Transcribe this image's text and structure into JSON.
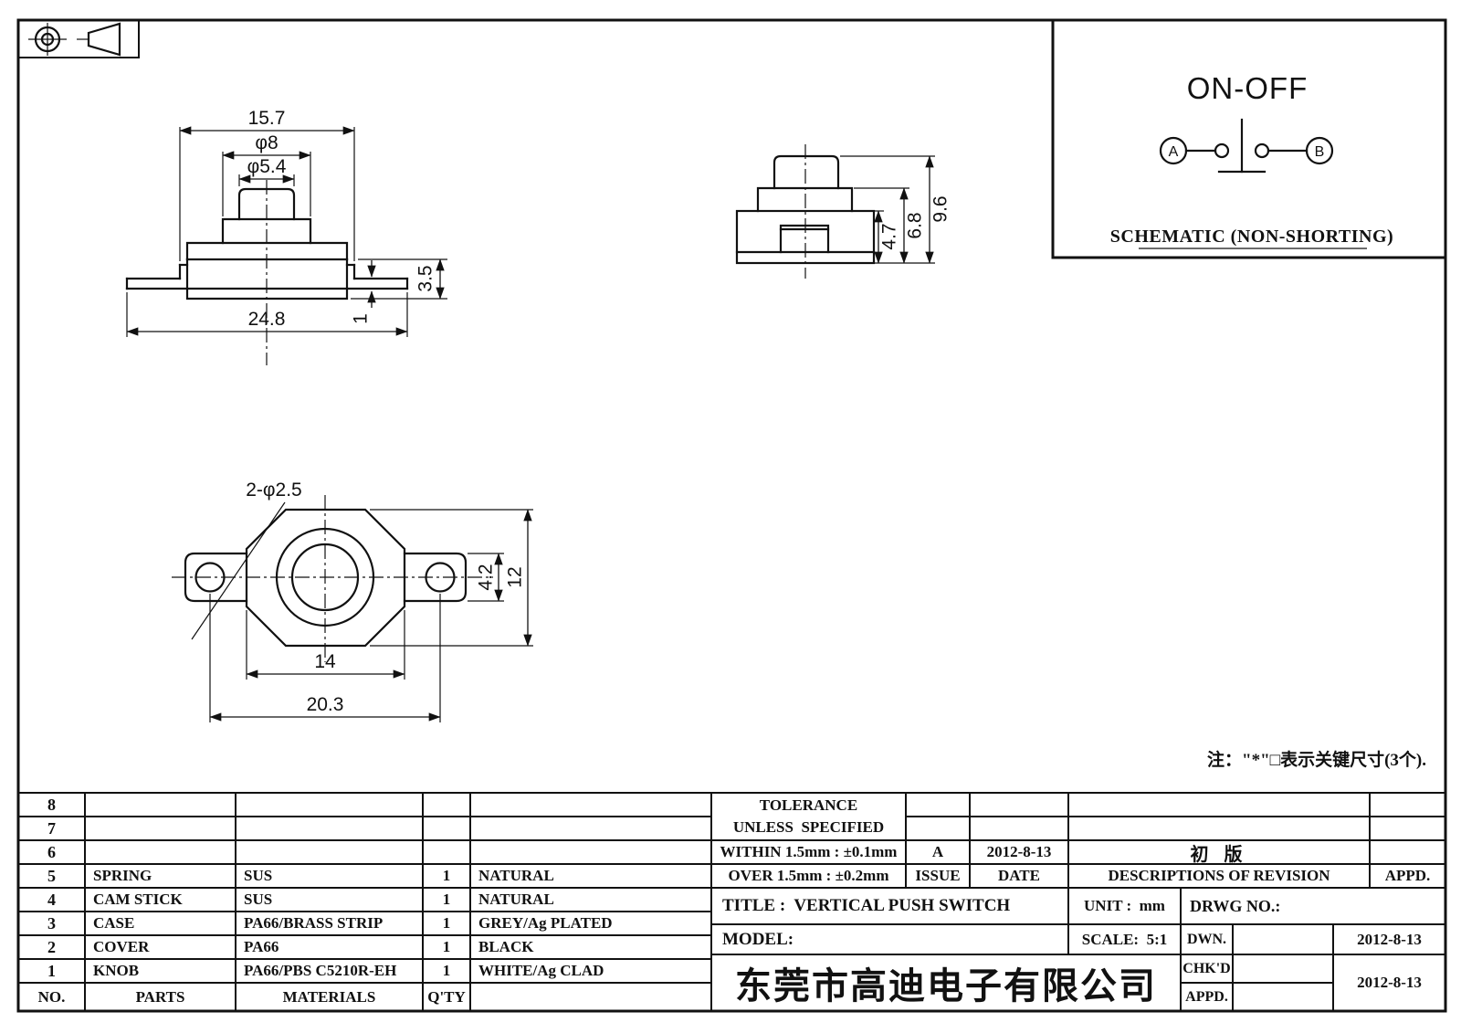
{
  "drawing": {
    "note": "注：\"*\"□表示关键尺寸(3个).",
    "front_view": {
      "dim_width_top": "15.7",
      "dim_knob_outer": "φ8",
      "dim_knob_inner": "φ5.4",
      "dim_bracket_h": "3.5",
      "dim_leg_t": "1",
      "dim_width_total": "24.8"
    },
    "side_view": {
      "dim_body_h": "4.7",
      "dim_step_h": "6.8",
      "dim_total_h": "9.6"
    },
    "bottom_view": {
      "dim_holes": "2-φ2.5",
      "dim_ear_h": "4.2",
      "dim_body_h": "12",
      "dim_body_w": "14",
      "dim_hole_span": "20.3"
    }
  },
  "schematic": {
    "title": "ON-OFF",
    "terminal_a": "A",
    "terminal_b": "B",
    "caption": "SCHEMATIC (NON-SHORTING)"
  },
  "parts_table": {
    "rows": [
      {
        "no": "8",
        "part": "",
        "material": "",
        "qty": "",
        "color": ""
      },
      {
        "no": "7",
        "part": "",
        "material": "",
        "qty": "",
        "color": ""
      },
      {
        "no": "6",
        "part": "",
        "material": "",
        "qty": "",
        "color": ""
      },
      {
        "no": "5",
        "part": "SPRING",
        "material": "SUS",
        "qty": "1",
        "color": "NATURAL"
      },
      {
        "no": "4",
        "part": "CAM STICK",
        "material": "SUS",
        "qty": "1",
        "color": "NATURAL"
      },
      {
        "no": "3",
        "part": "CASE",
        "material": "PA66/BRASS STRIP",
        "qty": "1",
        "color": "GREY/Ag PLATED"
      },
      {
        "no": "2",
        "part": "COVER",
        "material": "PA66",
        "qty": "1",
        "color": "BLACK"
      },
      {
        "no": "1",
        "part": "KNOB",
        "material": "PA66/PBS C5210R-EH",
        "qty": "1",
        "color": "WHITE/Ag CLAD"
      }
    ],
    "footer": {
      "no": "NO.",
      "parts": "PARTS",
      "materials": "MATERIALS",
      "qty": "Q'TY"
    }
  },
  "tolerance": {
    "line1": "TOLERANCE",
    "line2": "UNLESS  SPECIFIED",
    "within": "WITHIN 1.5mm : ±0.1mm",
    "over": "OVER 1.5mm : ±0.2mm"
  },
  "revision": {
    "issue_value": "A",
    "date_value": "2012-8-13",
    "description_value": "初 版",
    "issue_label": "ISSUE",
    "date_label": "DATE",
    "description_label": "DESCRIPTIONS OF REVISION",
    "appd_label": "APPD."
  },
  "title_block": {
    "title": "TITLE :  VERTICAL PUSH SWITCH",
    "unit": "UNIT :  mm",
    "drwg_no": "DRWG NO.:",
    "model": "MODEL:",
    "scale": "SCALE:  5:1",
    "dwn_label": "DWN.",
    "dwn_date": "2012-8-13",
    "chkd_label": "CHK'D",
    "chkd_date": "2012-8-13",
    "appd_label": "APPD.",
    "company": "东莞市高迪电子有限公司"
  }
}
